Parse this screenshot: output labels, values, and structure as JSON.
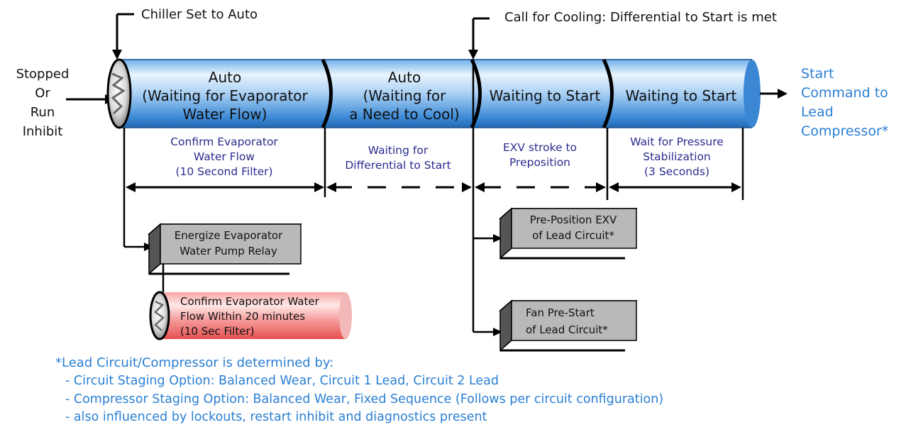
{
  "callouts": {
    "chiller_set_to_auto": "Chiller Set to Auto",
    "call_for_cooling": "Call for Cooling: Differential to Start is met"
  },
  "initial_state": [
    "Stopped",
    "Or",
    "Run",
    "Inhibit"
  ],
  "cylinder_segments": [
    {
      "lines": [
        "Auto",
        "(Waiting for Evaporator",
        "Water Flow)"
      ]
    },
    {
      "lines": [
        "Auto",
        "(Waiting for",
        "a Need to Cool)"
      ]
    },
    {
      "lines": [
        "Waiting to Start"
      ]
    },
    {
      "lines": [
        "Waiting to Start"
      ]
    }
  ],
  "start_command": [
    "Start",
    "Command to",
    "Lead",
    "Compressor*"
  ],
  "interval_labels": [
    {
      "lines": [
        "Confirm Evaporator",
        "Water Flow",
        "(10 Second Filter)"
      ]
    },
    {
      "lines": [
        "Waiting for",
        "Differential to Start"
      ]
    },
    {
      "lines": [
        "EXV stroke to",
        "Preposition"
      ]
    },
    {
      "lines": [
        "Wait for Pressure",
        "Stabilization",
        "(3 Seconds)"
      ]
    }
  ],
  "action_boxes": {
    "energize_pump": [
      "Energize Evaporator",
      "Water Pump Relay"
    ],
    "preposition_exv": [
      "Pre-Position EXV",
      "of Lead Circuit*"
    ],
    "fan_prestart": [
      "Fan Pre-Start",
      "of Lead Circuit*"
    ]
  },
  "confirm_flow_cylinder": [
    "Confirm Evaporator Water",
    "Flow  Within 20 minutes",
    "(10 Sec Filter)"
  ],
  "footnote": {
    "heading": "*Lead Circuit/Compressor is determined by:",
    "items": [
      "- Circuit Staging Option: Balanced Wear, Circuit 1 Lead, Circuit 2 Lead",
      "- Compressor Staging Option: Balanced Wear, Fixed Sequence (Follows per circuit configuration)",
      "- also influenced by lockouts, restart inhibit and diagnostics present"
    ]
  },
  "colors": {
    "cylinder_blue_light": "#cfe6fb",
    "cylinder_blue_dark": "#2f82d2",
    "box_gray": "#b9b9b9",
    "red_cylinder": "#ef5a5a",
    "note_blue": "#2a7fd4",
    "interval_text": "#2b2b8f"
  }
}
